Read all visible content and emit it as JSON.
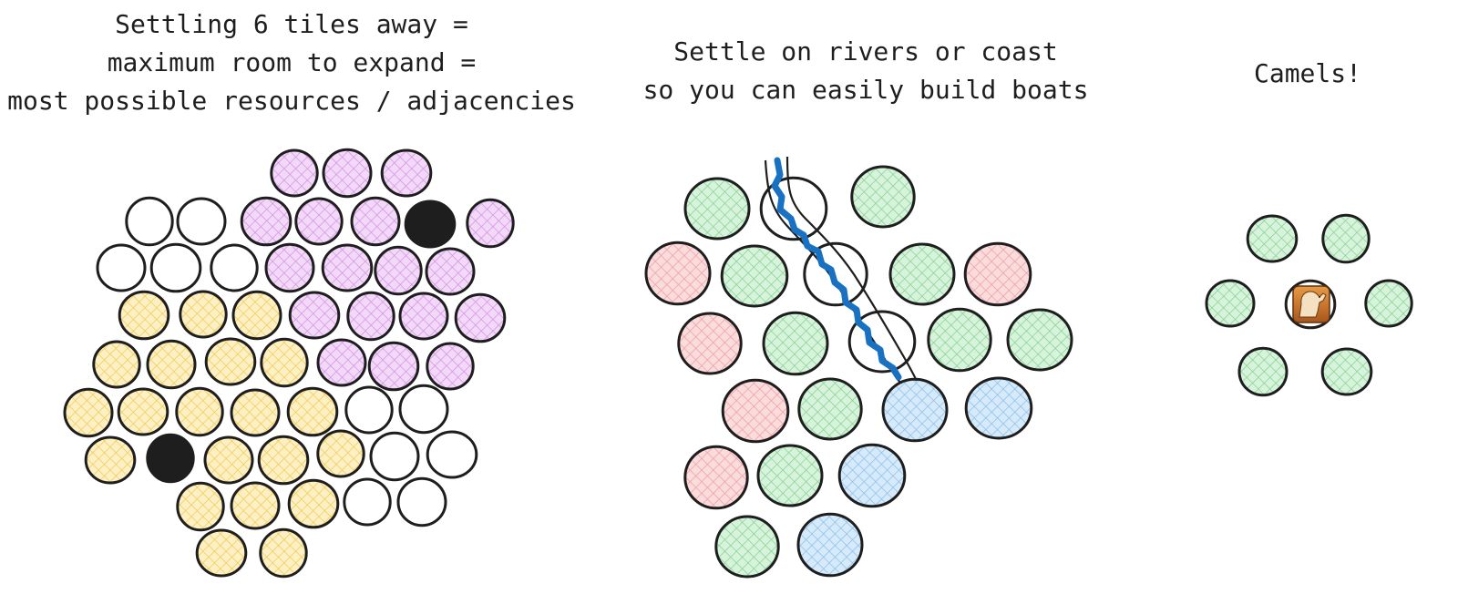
{
  "panels": [
    {
      "title_lines": [
        "Settling 6 tiles away =",
        "maximum room to expand =",
        "most possible resources / adjacencies"
      ]
    },
    {
      "title_lines": [
        "Settle on rivers or coast",
        "so you can easily build boats"
      ]
    },
    {
      "title_lines": [
        "Camels!"
      ]
    }
  ],
  "legend_colors": {
    "purple": "#e3b0ee",
    "yellow": "#f9df8a",
    "green": "#a6e3b0",
    "red": "#f4b3b7",
    "blue": "#a8d2f2",
    "empty": "#ffffff",
    "city": "#1e1e1e",
    "river": "#1971c2",
    "outline": "#1e1e1e"
  },
  "icons": {
    "camel_resource": "camel-icon"
  }
}
